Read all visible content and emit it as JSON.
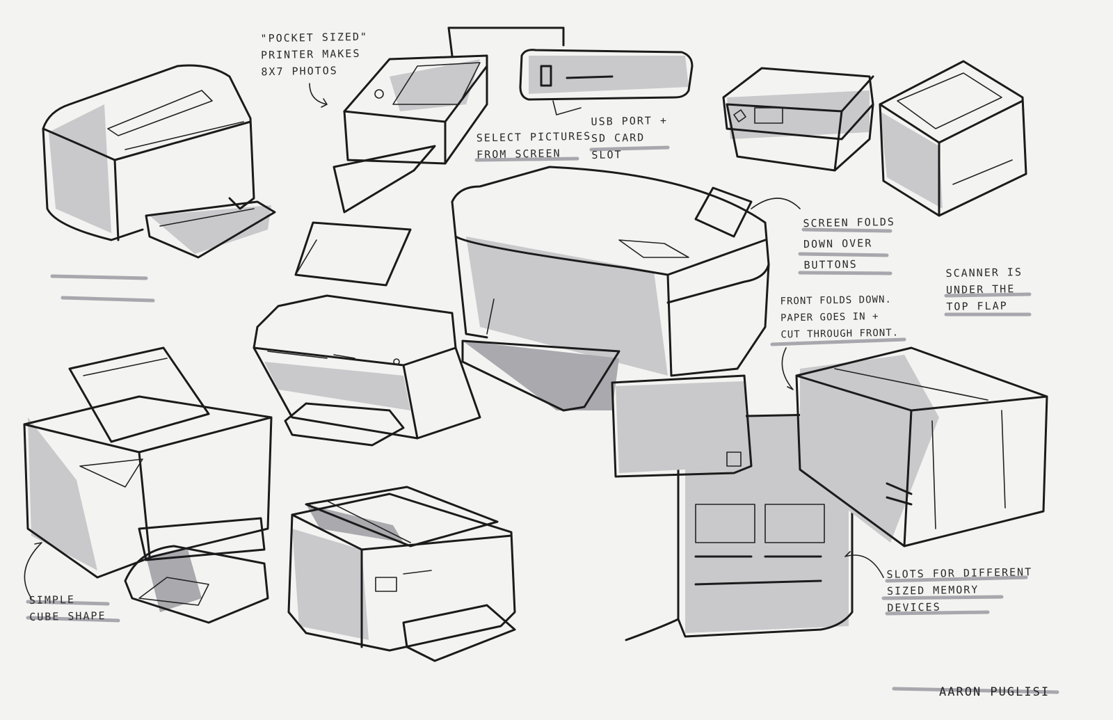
{
  "annotations": {
    "pocket": [
      "\"POCKET SIZED\"",
      "PRINTER MAKES",
      "8x7 PHOTOS"
    ],
    "select": [
      "SELECT PICTURES",
      "FROM SCREEN"
    ],
    "usb": [
      "USB PORT +",
      "SD CARD",
      "SLOT"
    ],
    "screen_folds": [
      "SCREEN FOLDS",
      "DOWN OVER",
      "BUTTONS"
    ],
    "scanner": [
      "SCANNER IS",
      "UNDER THE",
      "TOP FLAP"
    ],
    "front_folds": [
      "FRONT FOLDS DOWN.",
      "PAPER GOES IN +",
      "CUT THROUGH FRONT."
    ],
    "slots": [
      "SLOTS FOR DIFFERENT",
      "SIZED MEMORY",
      "DEVICES"
    ],
    "simple": [
      "SIMPLE",
      "CUBE SHAPE"
    ]
  },
  "signature": "AARON PUGLISI",
  "sketches": [
    "laser-printer-sketch",
    "pocket-photo-printer-sketch",
    "usb-slot-detail-sketch",
    "all-in-one-top-right-sketch",
    "compact-printer-top-right-sketch",
    "folding-screen-printer-sketch",
    "angled-front-printer-sketch",
    "cube-printer-sketch",
    "flatbed-printer-sketch",
    "memory-slot-detail-sketch",
    "scanner-cube-sketch"
  ],
  "colors": {
    "paper": "#f3f3f1",
    "ink": "#1b1b1b",
    "marker": "#c9c9cc"
  }
}
